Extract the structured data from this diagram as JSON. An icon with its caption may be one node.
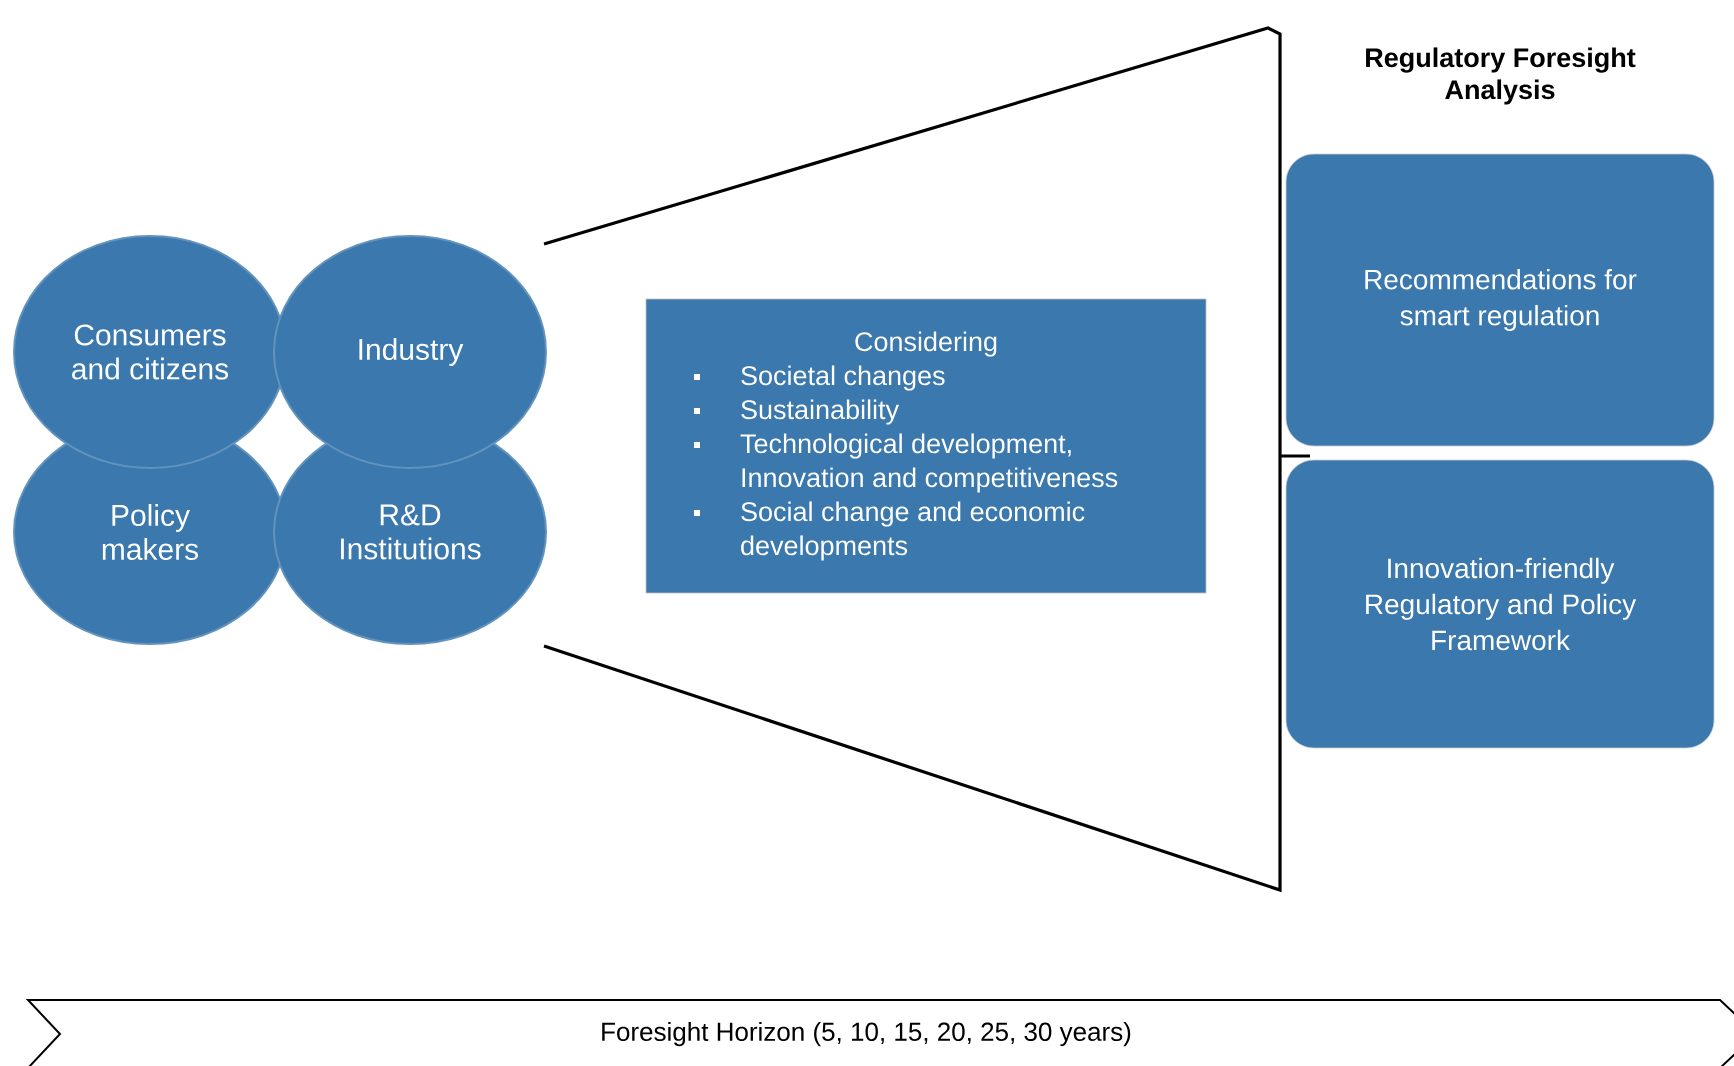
{
  "diagram": {
    "title": "Regulatory Foresight Analysis",
    "nodes": [
      {
        "text": [
          "Consumers and citizens"
        ]
      },
      {
        "text": [
          "Industry"
        ]
      },
      {
        "text": [
          "Policy makers"
        ]
      },
      {
        "text": [
          "R&D Institutions"
        ]
      },
      {
        "text": [
          "Considering",
          "Societal changes",
          "Sustainability",
          "Technological development, Innovation and competitiveness",
          "Social change and economic developments"
        ]
      },
      {
        "text": [
          "Recommendations for smart regulation"
        ]
      },
      {
        "text": [
          "Innovation-friendly Regulatory and Policy Framework"
        ]
      },
      {
        "text": [
          "Foresight Horizon (5, 10, 15, 20, 25, 30 years)"
        ]
      }
    ]
  }
}
